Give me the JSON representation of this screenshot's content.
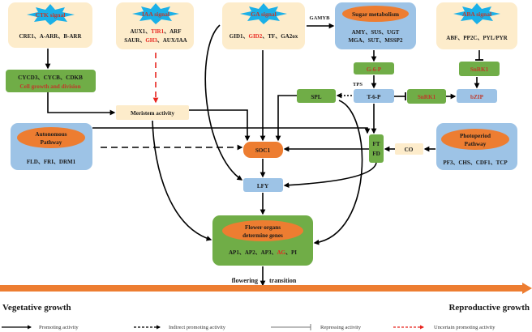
{
  "colors": {
    "cream": "#fdeccb",
    "blue": "#9dc3e6",
    "green": "#70ad47",
    "orange": "#ed7d31",
    "red": "#e8251f",
    "dark_text": "#1a1a1a",
    "signal_burst": "#1ab0e8",
    "signal_text": "#c0392b",
    "arrow": "#000000",
    "uncertain_arrow": "#e8251f"
  },
  "signals": {
    "ctk": {
      "title": "CTK signal",
      "genes_line1": [
        {
          "t": "CRE1、A-ARR、B-ARR",
          "c": "dark"
        }
      ]
    },
    "iaa": {
      "title": "IAA signal",
      "line1": [
        {
          "t": "AUX1、",
          "c": "dark"
        },
        {
          "t": "TIR1",
          "c": "red"
        },
        {
          "t": "、ARF",
          "c": "dark"
        }
      ],
      "line2": [
        {
          "t": "SAUR、",
          "c": "dark"
        },
        {
          "t": "GH3",
          "c": "red"
        },
        {
          "t": "、AUX/IAA",
          "c": "dark"
        }
      ]
    },
    "ga": {
      "title": "GA signal",
      "line1": [
        {
          "t": "GID1、",
          "c": "dark"
        },
        {
          "t": "GID2",
          "c": "red"
        },
        {
          "t": "、TF、GA2ox",
          "c": "dark"
        }
      ]
    },
    "aba": {
      "title": "ABA signal",
      "line1": [
        {
          "t": "ABF、PP2C、PYL/PYR",
          "c": "dark"
        }
      ]
    }
  },
  "sugar": {
    "title": "Sugar metabolism",
    "line1": "AMY、SUS、UGT",
    "line2": "MGA、SUT、MSSP2",
    "gamyb_label": "GAMYB"
  },
  "nodes": {
    "cycd": {
      "line1": "CYCD3、CYCB、CDKB",
      "line2": "Cell growth and division"
    },
    "meristem": "Meristem activity",
    "g6p": "G-6-P",
    "tps": "TPS",
    "t6p": "T-6-P",
    "spl": "SPL",
    "snrk1_mid": "SnRK1",
    "snrk1_top": "SnRK1",
    "bzip": "bZIP",
    "soc1": "SOC1",
    "ft": "FT",
    "fd": "FD",
    "co": "CO",
    "lfy": "LFY"
  },
  "autonomous": {
    "title_line1": "Autonomous",
    "title_line2": "Pathway",
    "genes": "FLD、FRI、DRM1"
  },
  "photoperiod": {
    "title_line1": "Photoperiod",
    "title_line2": "Pathway",
    "genes": "PF3、CHS、CDF1、TCP"
  },
  "flower": {
    "title_line1": "Flower organs",
    "title_line2": "determine genes",
    "genes": [
      {
        "t": "AP1、AP2、AP3、",
        "c": "dark"
      },
      {
        "t": "AG",
        "c": "red"
      },
      {
        "t": "、PI",
        "c": "dark"
      }
    ]
  },
  "timeline": {
    "flowering": "flowering",
    "transition": "transition",
    "left": "Vegetative growth",
    "right": "Reproductive growth"
  },
  "legend": [
    {
      "type": "solid",
      "label": "Promoting activity"
    },
    {
      "type": "dashed",
      "label": "Indirect promoting activity"
    },
    {
      "type": "repress",
      "label": "Repressing activity"
    },
    {
      "type": "uncertain",
      "label": "Uncertain promoting activity"
    }
  ]
}
